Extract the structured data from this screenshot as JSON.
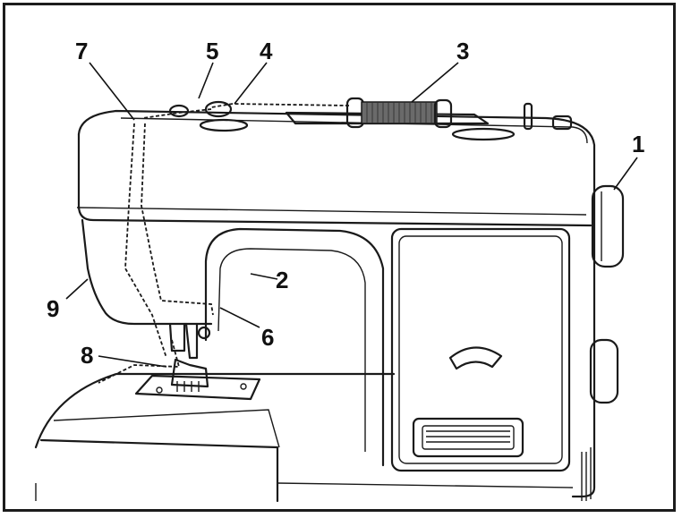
{
  "diagram": {
    "subject": "sewing machine threading diagram",
    "callouts": [
      {
        "id": "1",
        "text": "1"
      },
      {
        "id": "2",
        "text": "2"
      },
      {
        "id": "3",
        "text": "3"
      },
      {
        "id": "4",
        "text": "4"
      },
      {
        "id": "5",
        "text": "5"
      },
      {
        "id": "6",
        "text": "6"
      },
      {
        "id": "7",
        "text": "7"
      },
      {
        "id": "8",
        "text": "8"
      },
      {
        "id": "9",
        "text": "9"
      }
    ]
  },
  "colors": {
    "ink": "#1a1a1a",
    "paper": "#ffffff",
    "shade": "#e9e9e9"
  }
}
